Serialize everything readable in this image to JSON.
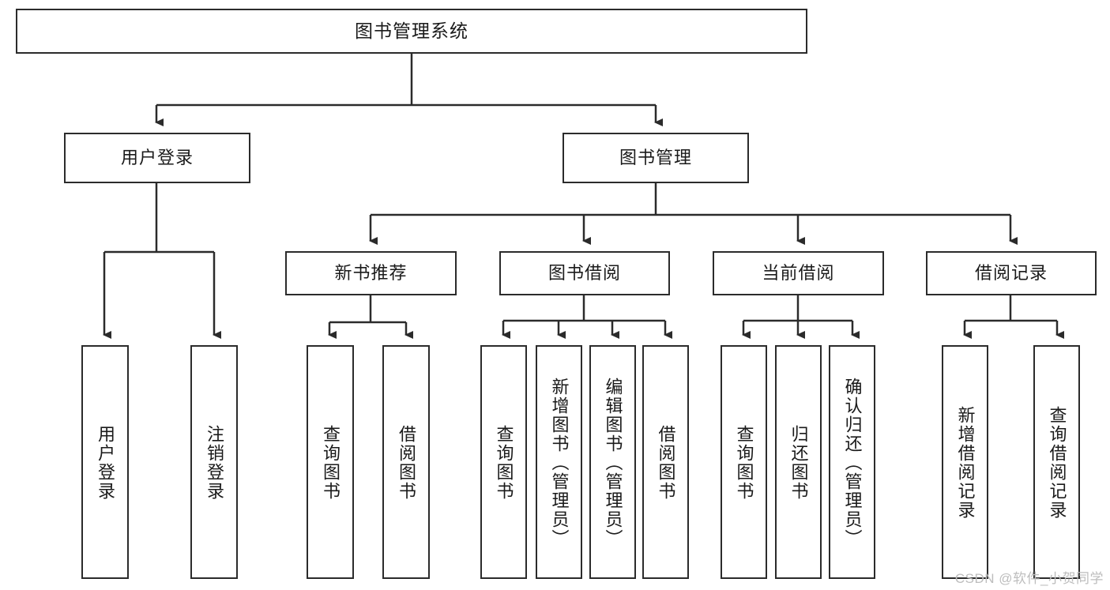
{
  "diagram": {
    "type": "tree-hierarchy-diagram",
    "title": "图书管理系统",
    "stroke_color": "#2b2b2b",
    "background_color": "#ffffff",
    "text_color": "#1a1a1a",
    "levels": 4,
    "root": {
      "label": "图书管理系统",
      "id": "root"
    },
    "level2": [
      {
        "id": "user-login",
        "label": "用户登录"
      },
      {
        "id": "book-management",
        "label": "图书管理"
      }
    ],
    "level3": [
      {
        "id": "new-book-recommend",
        "label": "新书推荐",
        "parent": "book-management"
      },
      {
        "id": "book-borrow",
        "label": "图书借阅",
        "parent": "book-management"
      },
      {
        "id": "current-borrow",
        "label": "当前借阅",
        "parent": "book-management"
      },
      {
        "id": "borrow-record",
        "label": "借阅记录",
        "parent": "book-management"
      }
    ],
    "leaves": {
      "user_login": [
        {
          "id": "leaf-user-login",
          "label": "用户登录"
        },
        {
          "id": "leaf-user-logout",
          "label": "注销登录"
        }
      ],
      "new_book_recommend": [
        {
          "id": "leaf-query-book-1",
          "label": "查询图书"
        },
        {
          "id": "leaf-borrow-book-1",
          "label": "借阅图书"
        }
      ],
      "book_borrow": [
        {
          "id": "leaf-query-book-2",
          "label": "查询图书"
        },
        {
          "id": "leaf-add-book",
          "label": "新增图书（管理员）"
        },
        {
          "id": "leaf-edit-book",
          "label": "编辑图书（管理员）"
        },
        {
          "id": "leaf-borrow-book-2",
          "label": "借阅图书"
        }
      ],
      "current_borrow": [
        {
          "id": "leaf-query-book-3",
          "label": "查询图书"
        },
        {
          "id": "leaf-return-book",
          "label": "归还图书"
        },
        {
          "id": "leaf-confirm-return",
          "label": "确认归还（管理员）"
        }
      ],
      "borrow_record": [
        {
          "id": "leaf-add-record",
          "label": "新增借阅记录"
        },
        {
          "id": "leaf-query-record",
          "label": "查询借阅记录"
        }
      ]
    }
  },
  "watermark": {
    "text": "CSDN @软件_小贺同学"
  }
}
